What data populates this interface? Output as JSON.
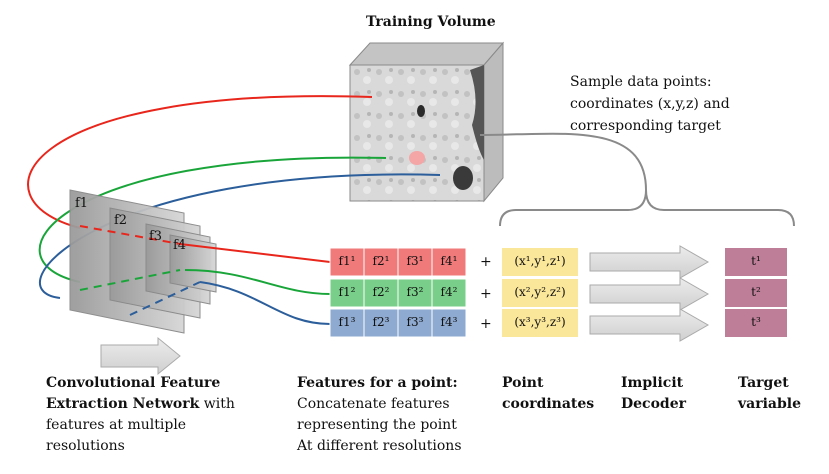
{
  "volume_title": "Training Volume",
  "sample_text": {
    "line1": "Sample data points:",
    "line2": "coordinates (x,y,z) and",
    "line3": "corresponding target"
  },
  "layers": [
    "f1",
    "f2",
    "f3",
    "f4"
  ],
  "rows": [
    {
      "features": [
        "f1¹",
        "f2¹",
        "f3¹",
        "f4¹"
      ],
      "coords": "(x¹,y¹,z¹)",
      "target": "t¹",
      "color": "#f07a7a",
      "line_color": "#e8261c"
    },
    {
      "features": [
        "f1²",
        "f2²",
        "f3²",
        "f4²"
      ],
      "coords": "(x²,y²,z²)",
      "target": "t²",
      "color": "#79cf8a",
      "line_color": "#1aa53a"
    },
    {
      "features": [
        "f1³",
        "f2³",
        "f3³",
        "f4³"
      ],
      "coords": "(x³,y³,z³)",
      "target": "t³",
      "color": "#8eaad0",
      "line_color": "#2b5e9a"
    }
  ],
  "plus": "+",
  "coords_color": "#fbe79a",
  "target_color": "#bf7e98",
  "captions": {
    "cnn_bold1": "Convolutional Feature",
    "cnn_bold2": "Extraction Network",
    "cnn_rest2": " with",
    "cnn_line3": "features at multiple",
    "cnn_line4": "resolutions",
    "feat_title": "Features for a point:",
    "feat_line2": "Concatenate features",
    "feat_line3": "representing the point",
    "feat_line4": "At different resolutions",
    "coord_title1": "Point",
    "coord_title2": "coordinates",
    "decoder_title1": "Implicit",
    "decoder_title2": "Decoder",
    "target_title1": "Target",
    "target_title2": "variable"
  }
}
